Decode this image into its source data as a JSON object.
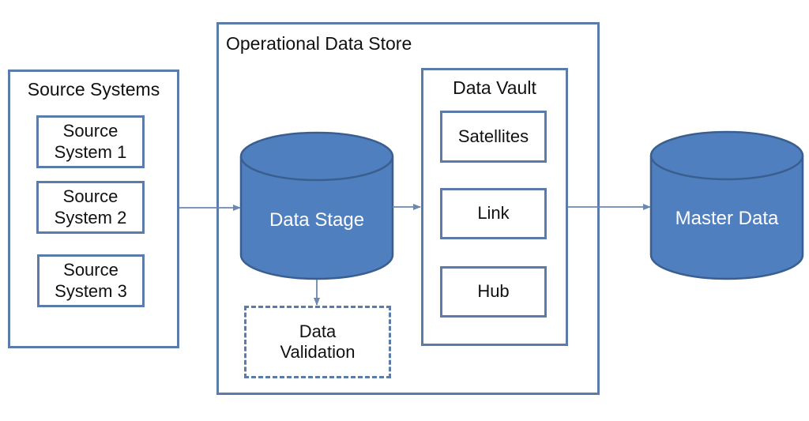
{
  "diagram": {
    "source_systems": {
      "title": "Source Systems",
      "items": [
        {
          "line1": "Source",
          "line2": "System 1"
        },
        {
          "line1": "Source",
          "line2": "System 2"
        },
        {
          "line1": "Source",
          "line2": "System 3"
        }
      ]
    },
    "ods": {
      "title": "Operational Data Store",
      "data_stage": "Data Stage",
      "validation": {
        "line1": "Data",
        "line2": "Validation"
      },
      "data_vault": {
        "title": "Data Vault",
        "items": [
          "Satellites",
          "Link",
          "Hub"
        ]
      }
    },
    "master_data": "Master Data",
    "colors": {
      "border": "#5b7bab",
      "cylinder_fill": "#4f7fbf",
      "cylinder_stroke": "#3a5f8f",
      "arrow": "#6a88b0"
    },
    "edges": [
      {
        "from": "Source Systems",
        "to": "Data Stage"
      },
      {
        "from": "Data Stage",
        "to": "Data Vault"
      },
      {
        "from": "Data Stage",
        "to": "Data Validation"
      },
      {
        "from": "Data Vault",
        "to": "Master Data"
      }
    ]
  }
}
